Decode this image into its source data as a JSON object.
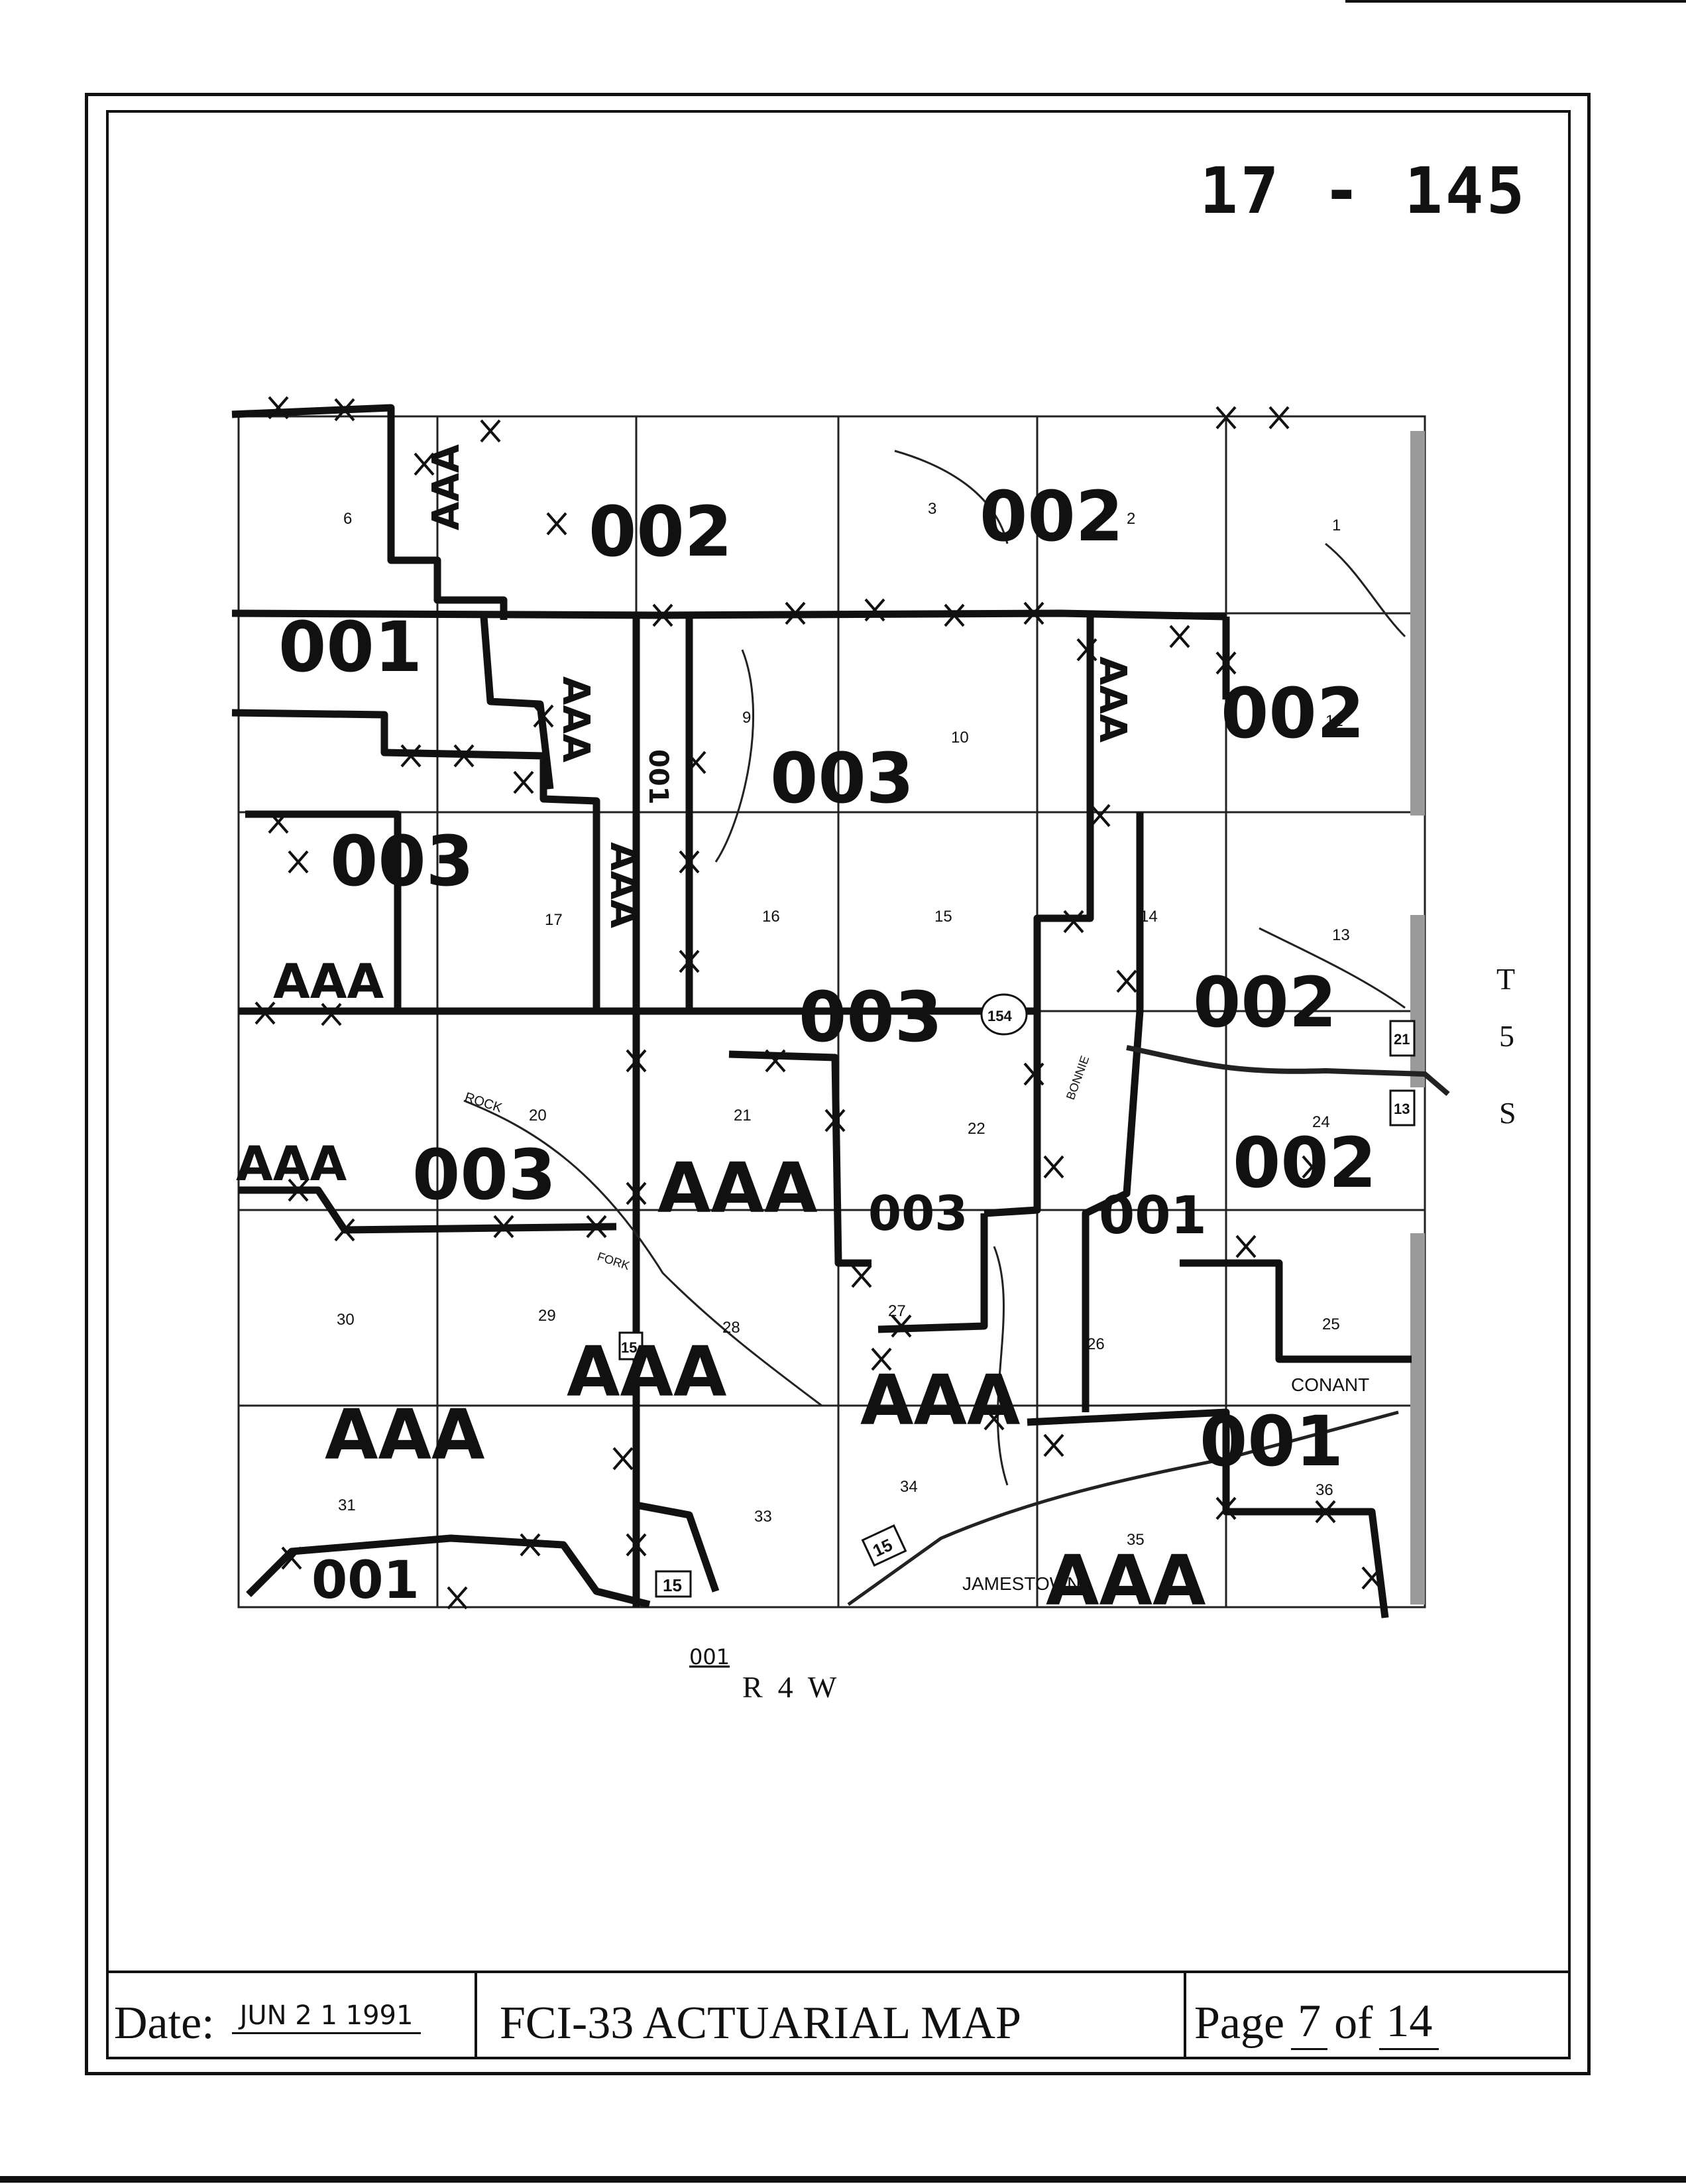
{
  "map_id": "17 - 145",
  "township_label": [
    "T",
    "5",
    "S"
  ],
  "range_label": "R  4  W",
  "footer": {
    "date_label": "Date:",
    "date_stamp": "JUN 2 1 1991",
    "title": "FCI-33 ACTUARIAL MAP",
    "page_prefix": "Page",
    "page_number": "7",
    "page_of": "of",
    "page_total": "14"
  },
  "map": {
    "sections": [
      "1",
      "2",
      "3",
      "6",
      "9",
      "10",
      "12",
      "13",
      "14",
      "15",
      "16",
      "17",
      "20",
      "21",
      "22",
      "24",
      "25",
      "26",
      "27",
      "28",
      "29",
      "30",
      "31",
      "33",
      "34",
      "35",
      "36"
    ],
    "zone_labels": [
      "002",
      "002",
      "002",
      "002",
      "002",
      "001",
      "001",
      "001",
      "001",
      "001",
      "003",
      "003",
      "003",
      "003",
      "003",
      "AAA",
      "AAA",
      "AAA",
      "AAA",
      "AAA",
      "AAA",
      "AAA",
      "AAA",
      "AAA",
      "AAA",
      "AAA"
    ],
    "place_names": [
      "CONANT",
      "JAMESTOWN",
      "ROCK",
      "FORK",
      "BONNIE"
    ],
    "route_shields": [
      "15",
      "15",
      "15",
      "154",
      "13",
      "21"
    ],
    "hand_note": "001"
  },
  "colors": {
    "ink": "#111111",
    "paper": "#ffffff",
    "shading": "#9a9a9a"
  }
}
